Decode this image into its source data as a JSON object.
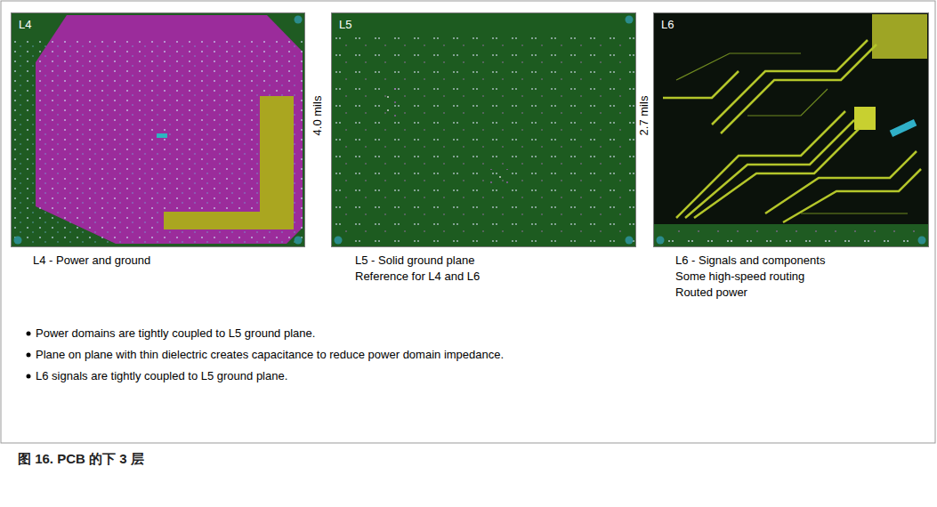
{
  "diagram": {
    "caption": "图 16. PCB 的下 3 层",
    "nodes": [
      {
        "text": [
          "L4",
          "L4 - Power and ground"
        ]
      },
      {
        "text": [
          "L5",
          "L5 - Solid ground plane",
          "Reference for L4 and L6"
        ]
      },
      {
        "text": [
          "L6",
          "L6 - Signals and components",
          "Some high-speed routing",
          "Routed power"
        ]
      }
    ],
    "labels": [
      "4.0 mils",
      "2.7 mils",
      "Power domains are tightly coupled to L5 ground plane.",
      "Plane on plane with thin dielectric creates capacitance to reduce power domain impedance.",
      "L6 signals are tightly coupled to L5 ground plane."
    ]
  }
}
